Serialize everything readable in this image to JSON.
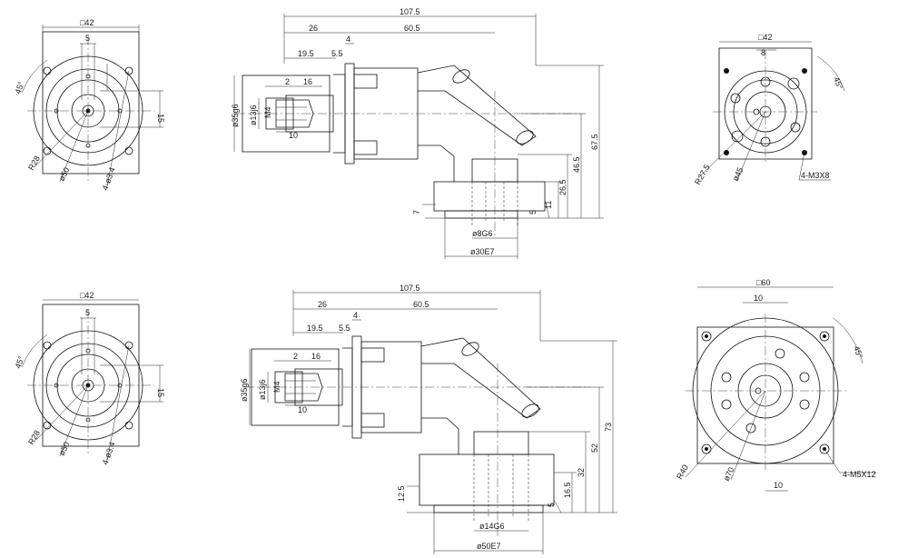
{
  "view_tl": {
    "square": "□42",
    "d1": "5",
    "angle": "45°",
    "d2": "15",
    "r": "R28",
    "dia": "ø50",
    "holes": "4-ø3.4"
  },
  "view_tr": {
    "square": "□42",
    "d1": "8",
    "angle": "45°",
    "r": "R27.5",
    "dia": "ø45",
    "holes": "4-M3X8"
  },
  "view_bl": {
    "square": "□42",
    "d1": "5",
    "angle": "45°",
    "d2": "15",
    "r": "R28",
    "dia": "ø50",
    "holes": "4-ø3.4"
  },
  "view_br": {
    "square": "□60",
    "d1": "10",
    "angle": "45°",
    "r": "R40",
    "dia": "ø70",
    "holes": "4-M5X12",
    "d2": "10"
  },
  "side_top": {
    "total": "107.5",
    "a": "26",
    "b": "60.5",
    "c": "4",
    "d": "19.5",
    "e": "5.5",
    "f": "2",
    "g": "16",
    "shaft": "ø13j6",
    "key": "M4",
    "pilot": "ø35g6",
    "len": "10",
    "h1": "67.5",
    "h2": "46.5",
    "h3": "26.5",
    "h4": "11",
    "h5": "5",
    "h6": "7",
    "bore": "ø8G6",
    "spigot": "ø30E7"
  },
  "side_bottom": {
    "total": "107.5",
    "a": "26",
    "b": "60.5",
    "c": "4",
    "d": "19.5",
    "e": "5.5",
    "f": "2",
    "g": "16",
    "shaft": "ø13j6",
    "key": "M4",
    "pilot": "ø35g6",
    "len": "10",
    "h1": "73",
    "h2": "52",
    "h3": "32",
    "h4": "16.5",
    "h5": "5",
    "h6": "12.5",
    "bore": "ø14G6",
    "spigot": "ø50E7"
  }
}
